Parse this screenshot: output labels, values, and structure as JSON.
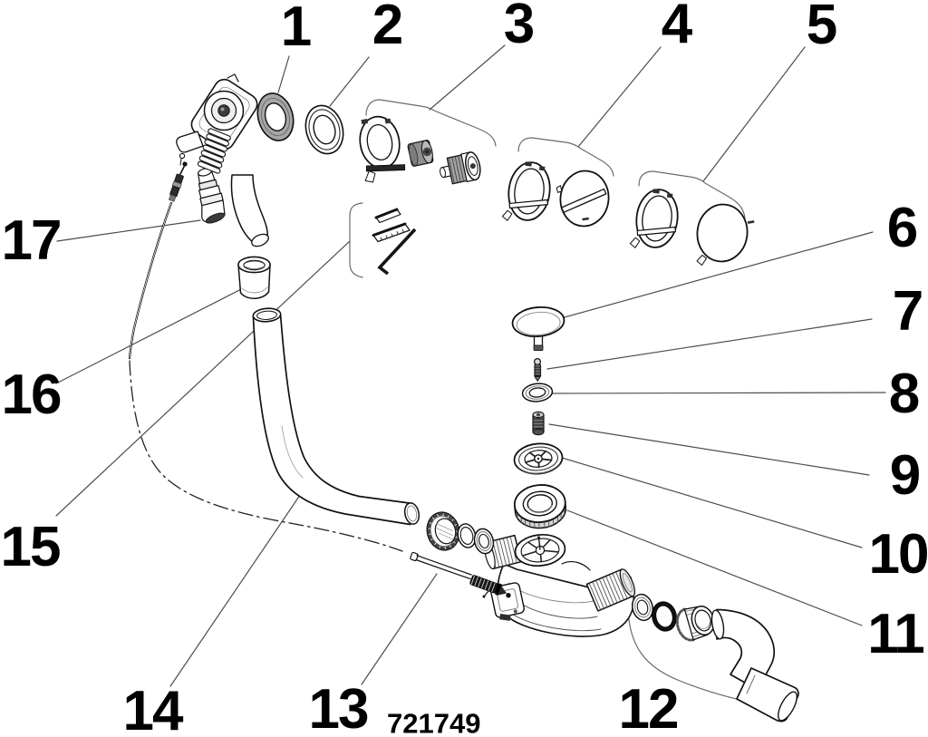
{
  "figure": {
    "type": "exploded-parts-diagram",
    "product_code": "721749",
    "line_color": "#111111",
    "background": "#ffffff",
    "callouts": [
      {
        "label": "1",
        "part": "oval-flange-gasket"
      },
      {
        "label": "2",
        "part": "sealing-ring"
      },
      {
        "label": "3",
        "part": "valve-mounting-set"
      },
      {
        "label": "4",
        "part": "retaining-ring-with-slotted-cap"
      },
      {
        "label": "5",
        "part": "retaining-ring-with-plain-cap"
      },
      {
        "label": "6",
        "part": "stopper-plug"
      },
      {
        "label": "7",
        "part": "stopper-screw"
      },
      {
        "label": "8",
        "part": "flat-washer"
      },
      {
        "label": "9",
        "part": "threaded-insert"
      },
      {
        "label": "10",
        "part": "strainer-flange"
      },
      {
        "label": "11",
        "part": "slip-ring-nut"
      },
      {
        "label": "12",
        "part": "outlet-elbow-set"
      },
      {
        "label": "13",
        "part": "actuating-rod"
      },
      {
        "label": "14",
        "part": "overflow-pipe"
      },
      {
        "label": "15",
        "part": "fixing-clips-and-hex-key"
      },
      {
        "label": "16",
        "part": "coupling-sleeve"
      },
      {
        "label": "17",
        "part": "bowden-cable-with-connector"
      }
    ]
  }
}
